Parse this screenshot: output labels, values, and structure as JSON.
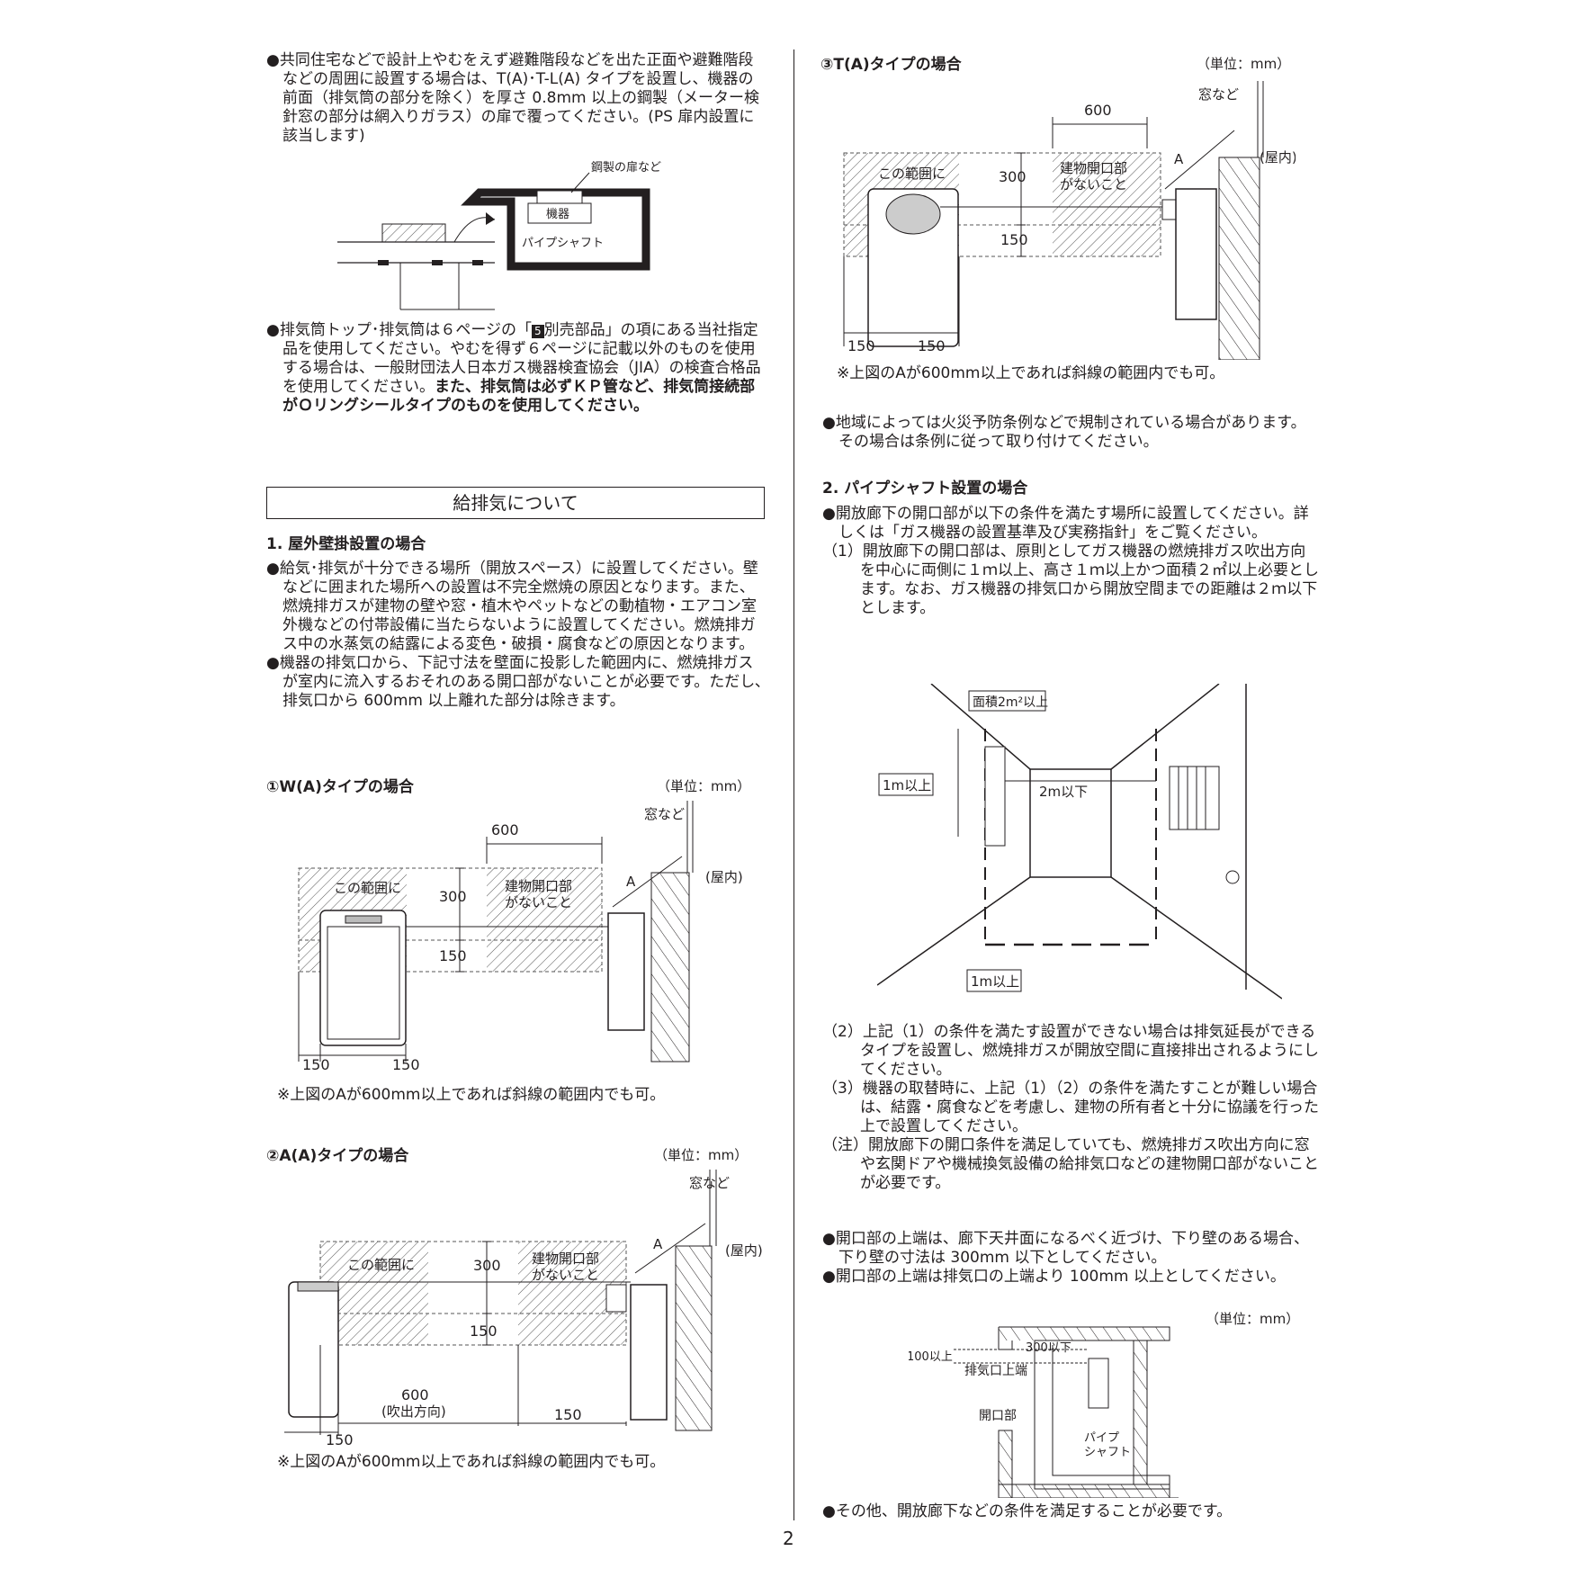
{
  "left": {
    "b1": "●共同住宅などで設計上やむをえず避難階段などを出た正面や避難階段などの周囲に設置する場合は、T(A)･T-L(A) タイプを設置し、機器の前面（排気筒の部分を除く）を厚さ 0.8mm 以上の鋼製（メーター検針窓の部分は網入りガラス）の扉で覆ってください。(PS 扉内設置に該当します)",
    "ps_diagram": {
      "door": "鋼製の扉など",
      "unit": "機器",
      "shaft": "パイプシャフト"
    },
    "b2_part1": "●排気筒トップ･排気筒は６ページの「",
    "b2_num": "5",
    "b2_part2": "別売部品」の項にある当社指定品を使用してください。やむを得ず６ページに記載以外のものを使用する場合は、一般財団法人日本ガス機器検査協会（JIA）の検査合格品を使用してください。",
    "b2_bold": "また、排気筒は必ずＫＰ管など、排気筒接続部がＯリングシールタイプのものを使用してください。",
    "section_title": "給排気について",
    "h1": "1. 屋外壁掛設置の場合",
    "b3": "●給気･排気が十分できる場所（開放スペース）に設置してください。壁などに囲まれた場所への設置は不完全燃焼の原因となります。また、燃焼排ガスが建物の壁や窓・植木やペットなどの動植物・エアコン室外機などの付帯設備に当たらないように設置してください。燃焼排ガス中の水蒸気の結露による変色・破損・腐食などの原因となります。",
    "b4": "●機器の排気口から、下記寸法を壁面に投影した範囲内に、燃焼排ガスが室内に流入するおそれのある開口部がないことが必要です。ただし､排気口から 600mm 以上離れた部分は除きます。",
    "wa_title": "①W(A)タイプの場合",
    "wa_unit": "（単位：mm）",
    "wa": {
      "d600": "600",
      "window": "窓など",
      "a": "A",
      "indoor": "(屋内)",
      "range1": "この範囲に",
      "d300": "300",
      "open1": "建物開口部",
      "open2": "がないこと",
      "d150": "150",
      "w150a": "150",
      "w150b": "150"
    },
    "wa_note": "※上図のAが600mm以上であれば斜線の範囲内でも可。",
    "aa_title": "②A(A)タイプの場合",
    "aa_unit": "（単位：mm）",
    "aa": {
      "window": "窓など",
      "a": "A",
      "indoor": "(屋内)",
      "range1": "この範囲に",
      "d300": "300",
      "open1": "建物開口部",
      "open2": "がないこと",
      "d150": "150",
      "d600": "600",
      "blow": "(吹出方向)",
      "w150a": "150",
      "w150b": "150"
    },
    "aa_note": "※上図のAが600mm以上であれば斜線の範囲内でも可。"
  },
  "right": {
    "ta_title": "③T(A)タイプの場合",
    "ta_unit": "（単位：mm）",
    "ta": {
      "d600": "600",
      "window": "窓など",
      "a": "A",
      "indoor": "(屋内)",
      "range1": "この範囲に",
      "d300": "300",
      "open1": "建物開口部",
      "open2": "がないこと",
      "d150": "150",
      "w150a": "150",
      "w150b": "150"
    },
    "ta_note": "※上図のAが600mm以上であれば斜線の範囲内でも可。",
    "b5": "●地域によっては火災予防条例などで規制されている場合があります。その場合は条例に従って取り付けてください。",
    "h2": "2. パイプシャフト設置の場合",
    "b6": "●開放廊下の開口部が以下の条件を満たす場所に設置してください。詳しくは「ガス機器の設置基準及び実務指針」をご覧ください。",
    "n1": "（1）開放廊下の開口部は、原則としてガス機器の燃焼排ガス吹出方向を中心に両側に１ｍ以上、高さ１ｍ以上かつ面積２㎡以上必要とします。なお、ガス機器の排気口から開放空間までの距離は２ｍ以下とします。",
    "corridor": {
      "area": "面積2m²以上",
      "h1m": "1m以上",
      "d2m": "2m以下",
      "w1m": "1m以上"
    },
    "n2": "（2）上記（1）の条件を満たす設置ができない場合は排気延長ができるタイプを設置し、燃焼排ガスが開放空間に直接排出されるようにしてください。",
    "n3": "（3）機器の取替時に、上記（1）（2）の条件を満たすことが難しい場合は、結露・腐食などを考慮し、建物の所有者と十分に協議を行った上で設置してください。",
    "n4": "（注）開放廊下の開口条件を満足していても、燃焼排ガス吹出方向に窓や玄関ドアや機械換気設備の給排気口などの建物開口部がないことが必要です。",
    "b7": "●開口部の上端は、廊下天井面になるべく近づけ、下り壁のある場合、下り壁の寸法は 300mm 以下としてください。",
    "b8": "●開口部の上端は排気口の上端より 100mm 以上としてください。",
    "sec_unit": "（単位：mm）",
    "sec": {
      "d100": "100以上",
      "d300": "300以下",
      "top": "排気口上端",
      "opening": "開口部",
      "pipe1": "パイプ",
      "pipe2": "シャフト"
    },
    "b9": "●その他、開放廊下などの条件を満足することが必要です。"
  },
  "page_number": "2"
}
